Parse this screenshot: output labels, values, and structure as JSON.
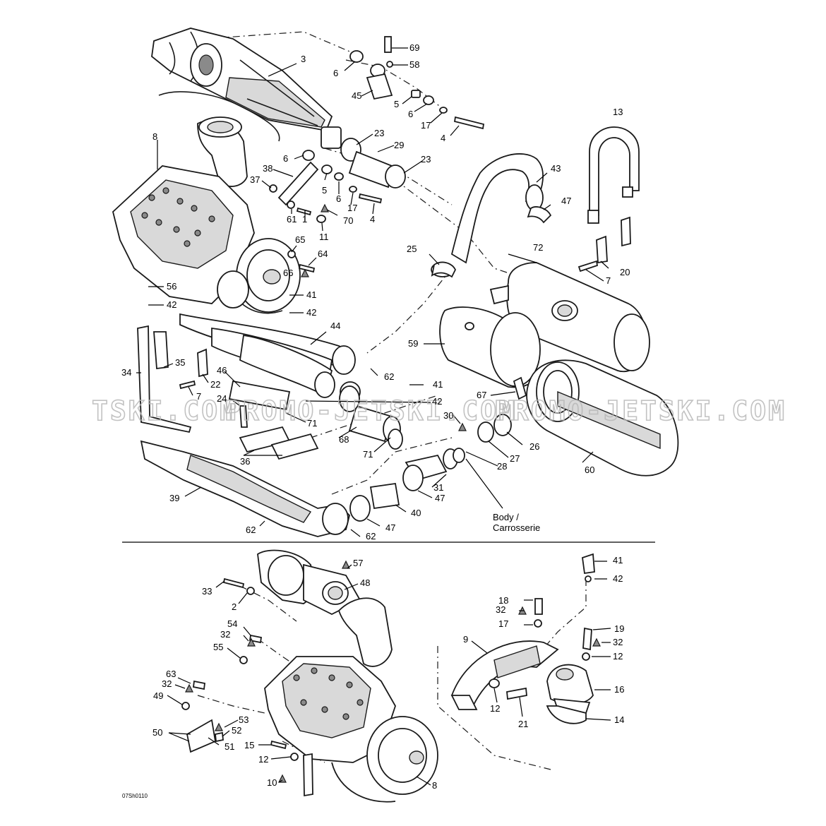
{
  "diagram": {
    "watermarks": [
      "TSKI.COM",
      "PROMO-JETSKI.COM",
      "PROMO-JETSKI.COM"
    ],
    "body_note": [
      "Body /",
      "Carrosserie"
    ],
    "drawing_code": "07Sh0110",
    "upper_callouts": [
      "69",
      "58",
      "6",
      "45",
      "5",
      "6",
      "17",
      "4",
      "3",
      "23",
      "29",
      "23",
      "8",
      "6",
      "38",
      "37",
      "5",
      "6",
      "17",
      "4",
      "1",
      "61",
      "70",
      "11",
      "65",
      "64",
      "66",
      "56",
      "42",
      "41",
      "42",
      "43",
      "47",
      "25",
      "13",
      "72",
      "20",
      "7",
      "44",
      "62",
      "41",
      "59",
      "35",
      "34",
      "22",
      "7",
      "46",
      "24",
      "71",
      "42",
      "30",
      "67",
      "68",
      "71",
      "26",
      "27",
      "28",
      "36",
      "31",
      "60",
      "39",
      "47",
      "40",
      "47",
      "62",
      "62"
    ],
    "lower_callouts": [
      "57",
      "48",
      "33",
      "2",
      "41",
      "42",
      "18",
      "32",
      "17",
      "19",
      "32",
      "54",
      "32",
      "55",
      "9",
      "12",
      "16",
      "63",
      "32",
      "49",
      "53",
      "52",
      "50",
      "51",
      "12",
      "21",
      "14",
      "15",
      "12",
      "10",
      "8"
    ]
  }
}
